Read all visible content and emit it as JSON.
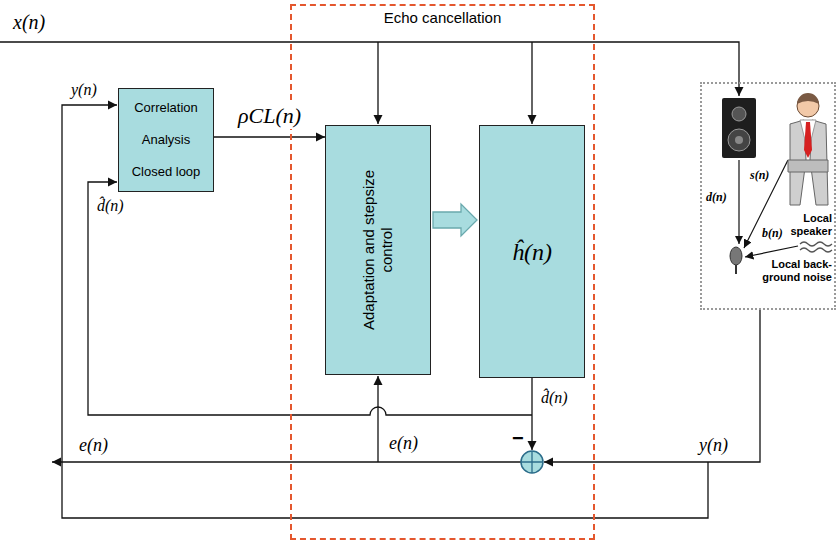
{
  "diagram": {
    "nodes": [
      {
        "text": [
          "Correlation Analysis Closed loop"
        ]
      },
      {
        "text": [
          "Echo cancellation"
        ]
      },
      {
        "text": [
          "Adaptation and stepsize control"
        ],
        "in": 1
      },
      {
        "text": [
          "ĥ(n)"
        ],
        "in": 1
      },
      {
        "text": [
          "d(n)",
          "s(n)",
          "b(n)",
          "Local speaker",
          "Local back- ground noise"
        ]
      }
    ],
    "edges": [
      {
        "from": 0,
        "to": 2,
        "label": "ρCL(n)",
        "arrow": "to"
      },
      {
        "from": 2,
        "to": 3,
        "arrow": "to"
      }
    ],
    "labels": [
      "x(n)",
      "y(n)",
      "d̂(n)",
      "d̂(n)",
      "−",
      "e(n)",
      "e(n)",
      "y(n)"
    ]
  }
}
